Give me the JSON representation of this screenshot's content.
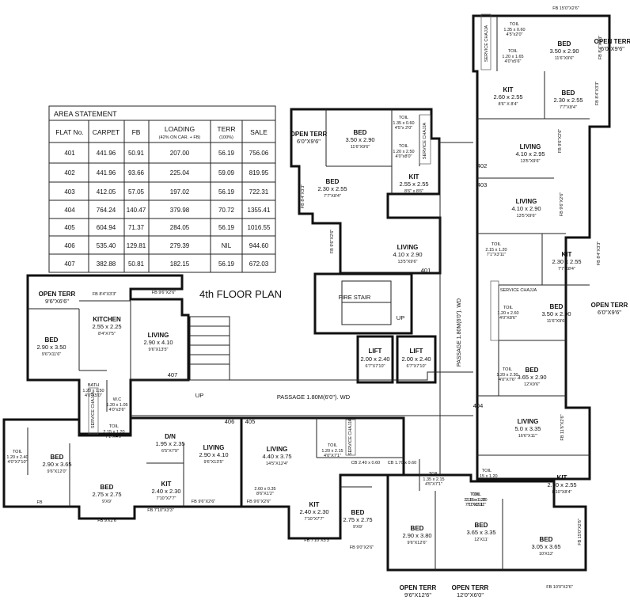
{
  "plan_title": "4th FLOOR PLAN",
  "area_statement": {
    "title": "AREA STATEMENT",
    "headers": [
      "FLAT No.",
      "CARPET",
      "FB",
      "LOADING",
      "(42% ON CAR. + FB)",
      "TERR",
      "(100%)",
      "SALE"
    ],
    "rows": [
      [
        "401",
        "441.96",
        "50.91",
        "207.00",
        "56.19",
        "756.06"
      ],
      [
        "402",
        "441.96",
        "93.66",
        "225.04",
        "59.09",
        "819.95"
      ],
      [
        "403",
        "412.05",
        "57.05",
        "197.02",
        "56.19",
        "722.31"
      ],
      [
        "404",
        "764.24",
        "140.47",
        "379.98",
        "70.72",
        "1355.41"
      ],
      [
        "405",
        "604.94",
        "71.37",
        "284.05",
        "56.19",
        "1016.55"
      ],
      [
        "406",
        "535.40",
        "129.81",
        "279.39",
        "NIL",
        "944.60"
      ],
      [
        "407",
        "382.88",
        "50.81",
        "182.15",
        "56.19",
        "672.03"
      ]
    ]
  },
  "flat_numbers": [
    "401",
    "402",
    "403",
    "404",
    "405",
    "406",
    "407"
  ],
  "passage_main": "PASSAGE 1.80M(6'0\"). WD",
  "passage_vertical": "PASSAGE 1.80M(6'0\"). WD",
  "up_labels": [
    "UP",
    "UP"
  ],
  "fire_stair": "FIRE STAIR",
  "lifts": [
    {
      "name": "LIFT",
      "dims": "2.00 x 2.40",
      "imperial": "6'7\"X7'10\""
    },
    {
      "name": "LIFT",
      "dims": "2.00 x 2.40",
      "imperial": "6'7\"X7'10\""
    }
  ],
  "service_chajja": "SERVICE CHAJJA",
  "cb": [
    "CB 2.40 x 0.60",
    "CB 1.70 x 0.60"
  ],
  "rooms": [
    {
      "n": "OPEN TERR",
      "d": "6'0\"X9'6\"",
      "i": ""
    },
    {
      "n": "BED",
      "d": "3.50 x 2.90",
      "i": "11'6\"X9'6\""
    },
    {
      "n": "TOIL",
      "d": "1.35 x 0.60",
      "i": "4'5\"x 2'0\""
    },
    {
      "n": "TOIL",
      "d": "1.20 x 2.50",
      "i": "4'0\"x8'0\""
    },
    {
      "n": "BED",
      "d": "2.30 x 2.55",
      "i": "7'7\"X8'4\""
    },
    {
      "n": "KIT",
      "d": "2.55 x 2.55",
      "i": "8'6\" x 8'6\""
    },
    {
      "n": "LIVING",
      "d": "4.10 x 2.90",
      "i": "13'5\"X9'6\""
    },
    {
      "n": "OPEN TERR",
      "d": "9'6\"X6'6\"",
      "i": ""
    },
    {
      "n": "KITCHEN",
      "d": "2.55 x 2.25",
      "i": "8'4\"X7'5\""
    },
    {
      "n": "LIVING",
      "d": "2.90 x 4.10",
      "i": "9'6\"X13'5\""
    },
    {
      "n": "BED",
      "d": "2.90 x 3.50",
      "i": "9'6\"X11'6\""
    },
    {
      "n": "BATH",
      "d": "1.20 x 1.50",
      "i": "4'0\"X5'0\""
    },
    {
      "n": "W.C",
      "d": "1.20 x 1.05",
      "i": "4'0\"x3'6\""
    },
    {
      "n": "TOIL",
      "d": "2.15 x 1.20",
      "i": "7'1\"X4'0\""
    },
    {
      "n": "TOIL",
      "d": "1.20 x 2.40",
      "i": "4'0\"X7'10\""
    },
    {
      "n": "BED",
      "d": "2.90 x 3.65",
      "i": "9'6\"X12'0\""
    },
    {
      "n": "D/N",
      "d": "1.95 x 2.35",
      "i": "6'5\"X7'9\""
    },
    {
      "n": "LIVING",
      "d": "2.90 x 4.10",
      "i": "9'6\"X13'5\""
    },
    {
      "n": "BED",
      "d": "2.75 x 2.75",
      "i": "9'X9'"
    },
    {
      "n": "KIT",
      "d": "2.40 x 2.30",
      "i": "7'10\"X7'7\""
    },
    {
      "n": "LIVING",
      "d": "4.40 x 3.75",
      "i": "14'5\"X12'4\""
    },
    {
      "n": "",
      "d": "2.60 x 0.35",
      "i": "8'6\"X1'2\""
    },
    {
      "n": "TOIL",
      "d": "1.20 x 2.15",
      "i": "4'0\"X7'1\""
    },
    {
      "n": "KIT",
      "d": "2.40 x 2.30",
      "i": "7'10\"X7'7\""
    },
    {
      "n": "BED",
      "d": "2.75 x 2.75",
      "i": "9'X9'"
    },
    {
      "n": "BED",
      "d": "2.90 x 3.80",
      "i": "9'6\"X12'6\""
    },
    {
      "n": "TOIL",
      "d": "1.35 x 2.15",
      "i": "4'5\"X7'1\""
    },
    {
      "n": "TOIL",
      "d": "2.15 x 1.20",
      "i": "7'1\"X3'11\""
    },
    {
      "n": "BED",
      "d": "3.65 x 3.35",
      "i": "12'X11'"
    },
    {
      "n": "BED",
      "d": "3.05 x 3.65",
      "i": "10'X12'"
    },
    {
      "n": "OPEN TERR",
      "d": "9'6\"X12'6\"",
      "i": ""
    },
    {
      "n": "OPEN TERR",
      "d": "12'0\"X6'0\"",
      "i": ""
    },
    {
      "n": "TOIL",
      "d": "1.35 x 0.60",
      "i": "4'5\"x2'0\""
    },
    {
      "n": "TOIL",
      "d": "1.20 x 1.65",
      "i": "4'0\"x5'6\""
    },
    {
      "n": "BED",
      "d": "3.50 x 2.90",
      "i": "11'6\"X9'6\""
    },
    {
      "n": "OPEN TERR",
      "d": "6'0\"X9'6\"",
      "i": ""
    },
    {
      "n": "KIT",
      "d": "2.60 x 2.55",
      "i": "8'6\" X 8'4\""
    },
    {
      "n": "BED",
      "d": "2.30 x 2.55",
      "i": "7'7\"X8'4\""
    },
    {
      "n": "LIVING",
      "d": "4.10 x 2.95",
      "i": "13'5\"X9'6\""
    },
    {
      "n": "LIVING",
      "d": "4.10 x 2.90",
      "i": "13'5\"X9'6\""
    },
    {
      "n": "TOIL",
      "d": "2.15 x 1.20",
      "i": "7'1\"X3'11\""
    },
    {
      "n": "KIT",
      "d": "2.30 x 2.55",
      "i": "7'7\"X8'4\""
    },
    {
      "n": "TOIL",
      "d": "1.20 x 2.60",
      "i": "4'0\"X8'6\""
    },
    {
      "n": "BED",
      "d": "3.50 x 2.90",
      "i": "11'6\"X9'6\""
    },
    {
      "n": "OPEN TERR",
      "d": "6'0\"X9'6\"",
      "i": ""
    },
    {
      "n": "TOIL",
      "d": "1.20 x 2.30",
      "i": "4'0\"X7'6\""
    },
    {
      "n": "BED",
      "d": "3.65 x 2.90",
      "i": "12'X9'6\""
    },
    {
      "n": "LIVING",
      "d": "5.0 x 3.35",
      "i": "16'6\"X11'\""
    },
    {
      "n": "TOIL",
      "d": "2.15 x 1.20",
      "i": "7'1\"X3'11\""
    },
    {
      "n": "KIT",
      "d": "2.70 x 2.55",
      "i": "8'10\"X8'4\""
    },
    {
      "n": "TOIL",
      "d": "2.15 x 1.20",
      "i": "7'1\"X3'11\""
    }
  ],
  "fb": [
    "FB 15'0\"X2'6\"",
    "FB 8'4\"X3'3\"",
    "FB 9'6\"X2'6\"",
    "FB 8'4\"X3'3\"",
    "FB 9'6\"X2'6\"",
    "FB 9'6\"X2'6\"",
    "FB 8'4\"X3'3\"",
    "FB 8'4\"X3'3\"",
    "FB 9'6\"X2'6\"",
    "FB 11'6\"X2'6\"",
    "FB 8'4\"X3'3\"",
    "FB 15'0\"X2'6\"",
    "FB 10'0\"X2'6\"",
    "FB",
    "FB 9'X2'6\"",
    "FB 7'10\"X3'3\"",
    "FB 9'6\"X2'6\"",
    "FB 9'6\"X2'6\"",
    "FB 7'10\"X3'3\"",
    "FB 9'0\"X2'6\""
  ]
}
